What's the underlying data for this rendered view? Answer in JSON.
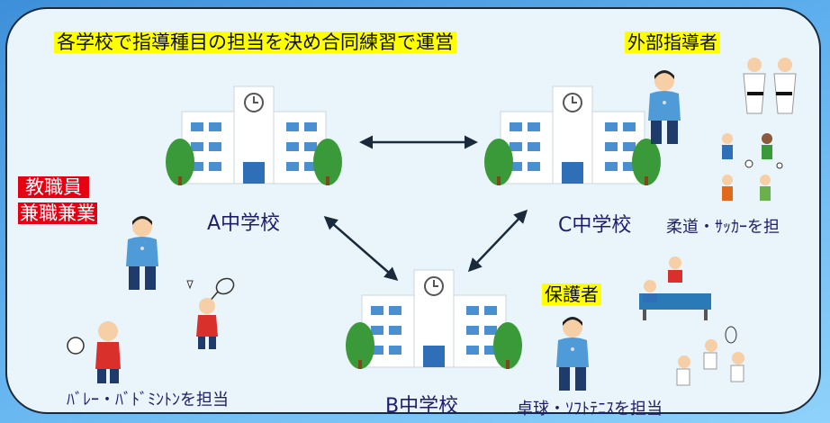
{
  "title": "各学校で指導種目の担当を決め合同練習で運営",
  "roles": {
    "external": "外部指導者",
    "staff_line1": "教職員",
    "staff_line2": "兼職兼業",
    "guardian": "保護者"
  },
  "schools": {
    "a": "A中学校",
    "b": "B中学校",
    "c": "C中学校"
  },
  "assignments": {
    "c": "柔道・ｻｯｶｰを担",
    "a": "ﾊﾞﾚｰ・ﾊﾞﾄﾞﾐﾝﾄﾝを担当",
    "b": "卓球・ｿﾌﾄﾃﾆｽを担当"
  },
  "colors": {
    "panel_border": "#1a2a3a",
    "highlight_yellow": "#ffff00",
    "highlight_red": "#e60012",
    "text": "#1d1d6b",
    "arrow": "#1a2a3a"
  }
}
